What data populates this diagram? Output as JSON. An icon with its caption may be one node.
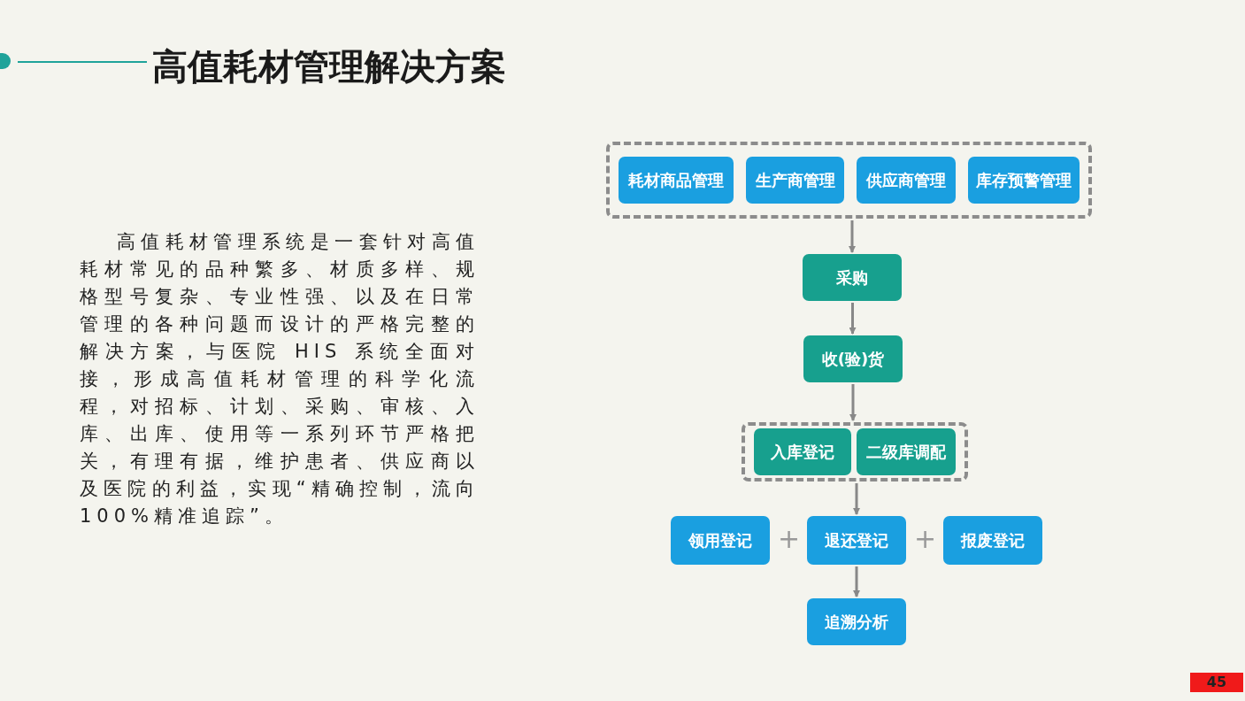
{
  "diagram": {
    "title": "高值耗材管理解决方案",
    "nodes": [
      {
        "text": [],
        "shape": "box"
      },
      {
        "text": [
          "耗材商品管理"
        ],
        "in": 0
      },
      {
        "text": [
          "生产商管理"
        ],
        "in": 0
      },
      {
        "text": [
          "供应商管理"
        ],
        "in": 0
      },
      {
        "text": [
          "库存预警管理"
        ],
        "in": 0
      },
      {
        "text": [
          "采购"
        ]
      },
      {
        "text": [
          "收(验)货"
        ]
      },
      {
        "text": [],
        "shape": "box"
      },
      {
        "text": [
          "入库登记"
        ],
        "in": 7
      },
      {
        "text": [
          "二级库调配"
        ],
        "in": 7
      },
      {
        "text": [
          "领用登记"
        ]
      },
      {
        "text": [
          "退还登记"
        ]
      },
      {
        "text": [
          "报废登记"
        ]
      },
      {
        "text": [
          "追溯分析"
        ]
      }
    ],
    "edges": [
      {
        "from": 0,
        "to": 5,
        "arrow": "to"
      },
      {
        "from": 5,
        "to": 6,
        "arrow": "to"
      },
      {
        "from": 6,
        "to": 7,
        "arrow": "to"
      },
      {
        "from": 7,
        "to": 11,
        "arrow": "to"
      },
      {
        "from": 11,
        "to": 13,
        "arrow": "to"
      }
    ],
    "labels": [
      "高值耗材管理系统是一套针对高值耗材常见的品种繁多、材质多样、规格型号复杂、专业性强、以及在日常管理的各种问题而设计的严格完整的解决方案，与医院 HIS 系统全面对接，形成高值耗材管理的科学化流程，对招标、计划、采购、审核、入库、出库、使用等一系列环节严格把关，有理有据，维护患者、供应商以及医院的利益，实现“精确控制，流向 100%精准追踪”。",
      "+",
      "+",
      "45"
    ]
  }
}
